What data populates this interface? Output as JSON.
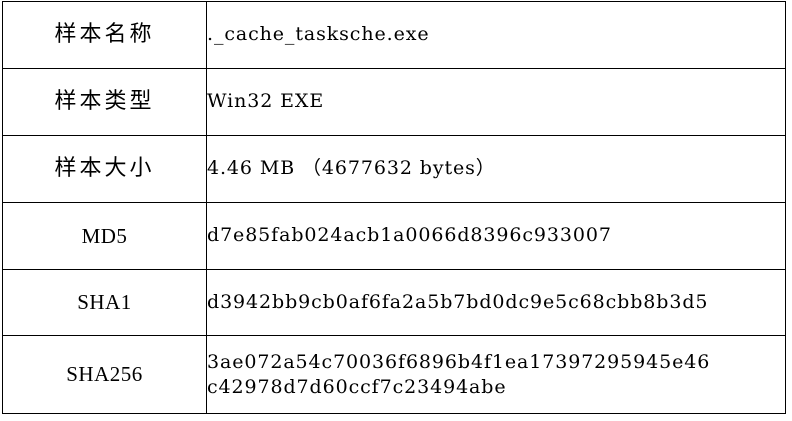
{
  "document": {
    "type": "sample-info-table",
    "rows": [
      {
        "label": "样本名称",
        "label_kind": "cjk",
        "value_lines": [
          "._cache_tasksche.exe"
        ]
      },
      {
        "label": "样本类型",
        "label_kind": "cjk",
        "value_lines": [
          "Win32 EXE"
        ]
      },
      {
        "label": "样本大小",
        "label_kind": "cjk",
        "value_lines": [
          "4.46 MB （4677632 bytes）"
        ]
      },
      {
        "label": "MD5",
        "label_kind": "latin",
        "value_lines": [
          "d7e85fab024acb1a0066d8396c933007"
        ]
      },
      {
        "label": "SHA1",
        "label_kind": "latin",
        "value_lines": [
          "d3942bb9cb0af6fa2a5b7bd0dc9e5c68cbb8b3d5"
        ]
      },
      {
        "label": "SHA256",
        "label_kind": "latin",
        "value_lines": [
          "3ae072a54c70036f6896b4f1ea17397295945e46",
          "c42978d7d60ccf7c23494abe"
        ]
      }
    ]
  },
  "colors": {
    "page_background": "#ffffff",
    "border": "#000000",
    "text": "#000000"
  }
}
